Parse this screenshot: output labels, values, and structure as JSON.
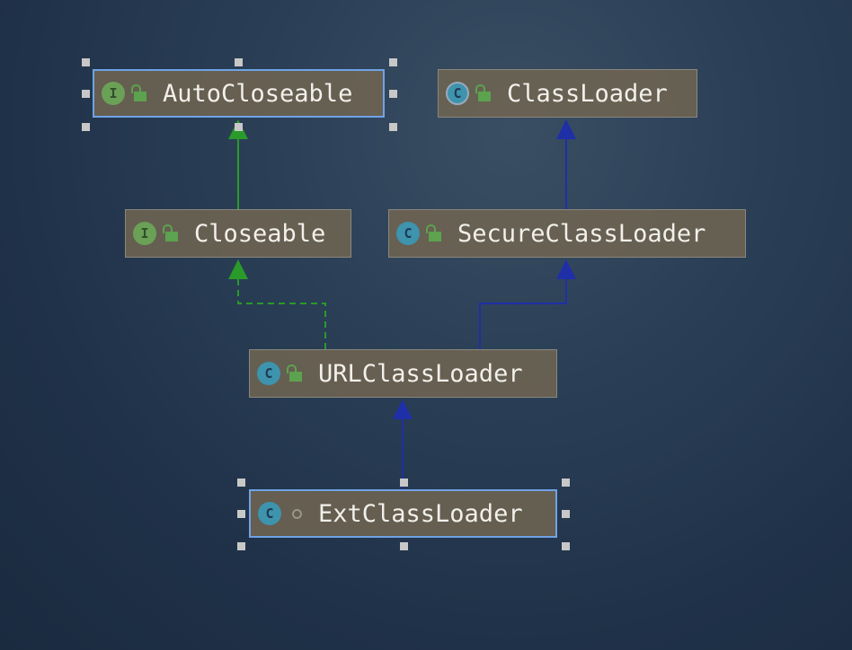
{
  "nodes": {
    "autocloseable": {
      "label": "AutoCloseable",
      "kind": "interface",
      "icon": "interface-icon",
      "selected": true
    },
    "classloader": {
      "label": "ClassLoader",
      "kind": "class",
      "icon": "abstract-class-icon",
      "selected": false
    },
    "closeable": {
      "label": "Closeable",
      "kind": "interface",
      "icon": "interface-icon",
      "selected": false
    },
    "secureclassloader": {
      "label": "SecureClassLoader",
      "kind": "class",
      "icon": "class-icon",
      "selected": false
    },
    "urlclassloader": {
      "label": "URLClassLoader",
      "kind": "class",
      "icon": "class-icon",
      "selected": false
    },
    "extclassloader": {
      "label": "ExtClassLoader",
      "kind": "class",
      "icon": "class-icon",
      "selected": true
    }
  },
  "edges": [
    {
      "from": "Closeable",
      "to": "AutoCloseable",
      "type": "extends-interface",
      "color": "#2a9a2a"
    },
    {
      "from": "SecureClassLoader",
      "to": "ClassLoader",
      "type": "extends",
      "color": "#1f2fa8"
    },
    {
      "from": "URLClassLoader",
      "to": "Closeable",
      "type": "implements",
      "color": "#2a9a2a"
    },
    {
      "from": "URLClassLoader",
      "to": "SecureClassLoader",
      "type": "extends",
      "color": "#1f2fa8"
    },
    {
      "from": "ExtClassLoader",
      "to": "URLClassLoader",
      "type": "extends",
      "color": "#1f2fa8"
    }
  ]
}
